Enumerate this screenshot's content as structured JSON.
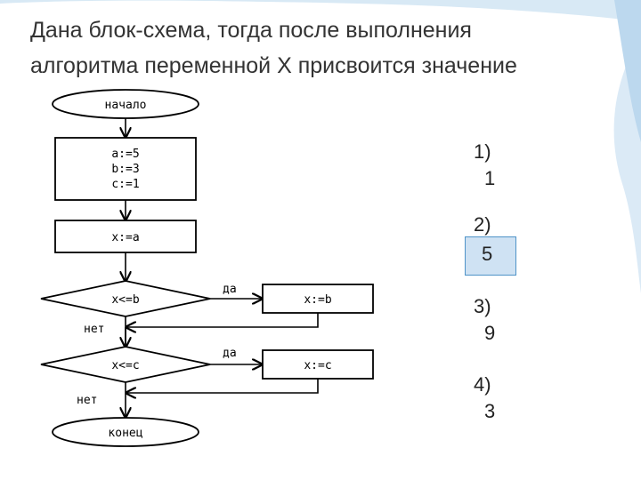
{
  "slide": {
    "title_line1": "Дана блок-схема, тогда после выполнения",
    "title_line2": "алгоритма переменной X присвоится значение"
  },
  "flowchart": {
    "start": "начало",
    "assign_a": "a:=5",
    "assign_b": "b:=3",
    "assign_c": "c:=1",
    "assign_x_a": "x:=a",
    "cond1": "x<=b",
    "yes1": "да",
    "assign_x_b": "x:=b",
    "no1": "нет",
    "cond2": "x<=c",
    "yes2": "да",
    "assign_x_c": "x:=c",
    "no2": "нет",
    "end": "конец"
  },
  "answers": [
    {
      "number": "1)",
      "value": "1"
    },
    {
      "number": "2)",
      "value": "5"
    },
    {
      "number": "3)",
      "value": "9"
    },
    {
      "number": "4)",
      "value": "3"
    }
  ],
  "colors": {
    "selected_fill": "#cfe2f3",
    "selected_border": "#4f93c8",
    "wave": "#7fb2d9"
  }
}
